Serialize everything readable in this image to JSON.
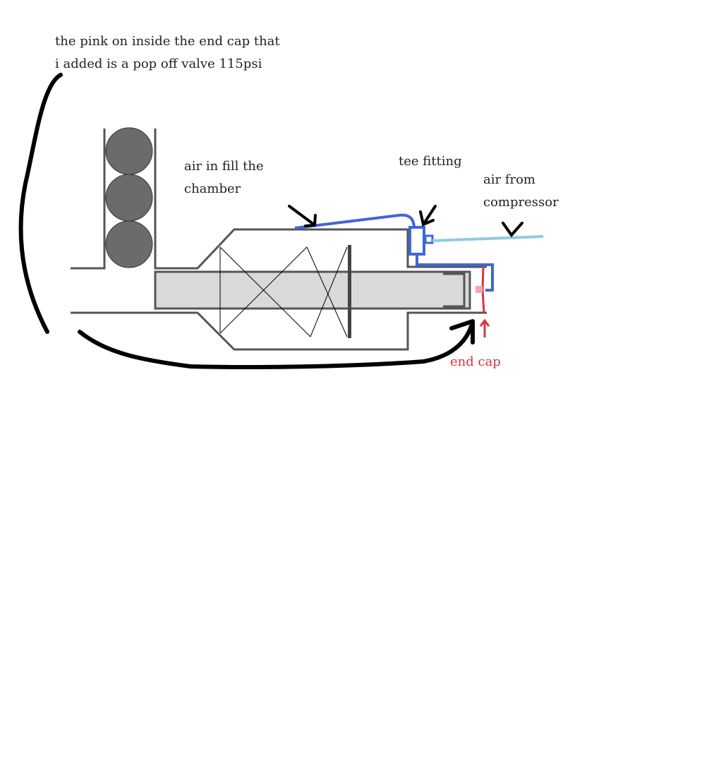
{
  "notes": {
    "line1": "the pink on inside the end cap that",
    "line2": "i added is a pop off valve 115psi"
  },
  "labels": {
    "air_in_1": "air in fill the",
    "air_in_2": "chamber",
    "tee": "tee fitting",
    "compressor_1": "air from",
    "compressor_2": "compressor",
    "end_cap": "end cap"
  },
  "colors": {
    "wall": "#555555",
    "balls": "#6b6b6b",
    "barrel": "#d9d9d9",
    "hose": "#3f67d6",
    "compressor_line": "#8fcbe0",
    "end_cap": "#d9343f",
    "valve": "#f3a6b0"
  }
}
